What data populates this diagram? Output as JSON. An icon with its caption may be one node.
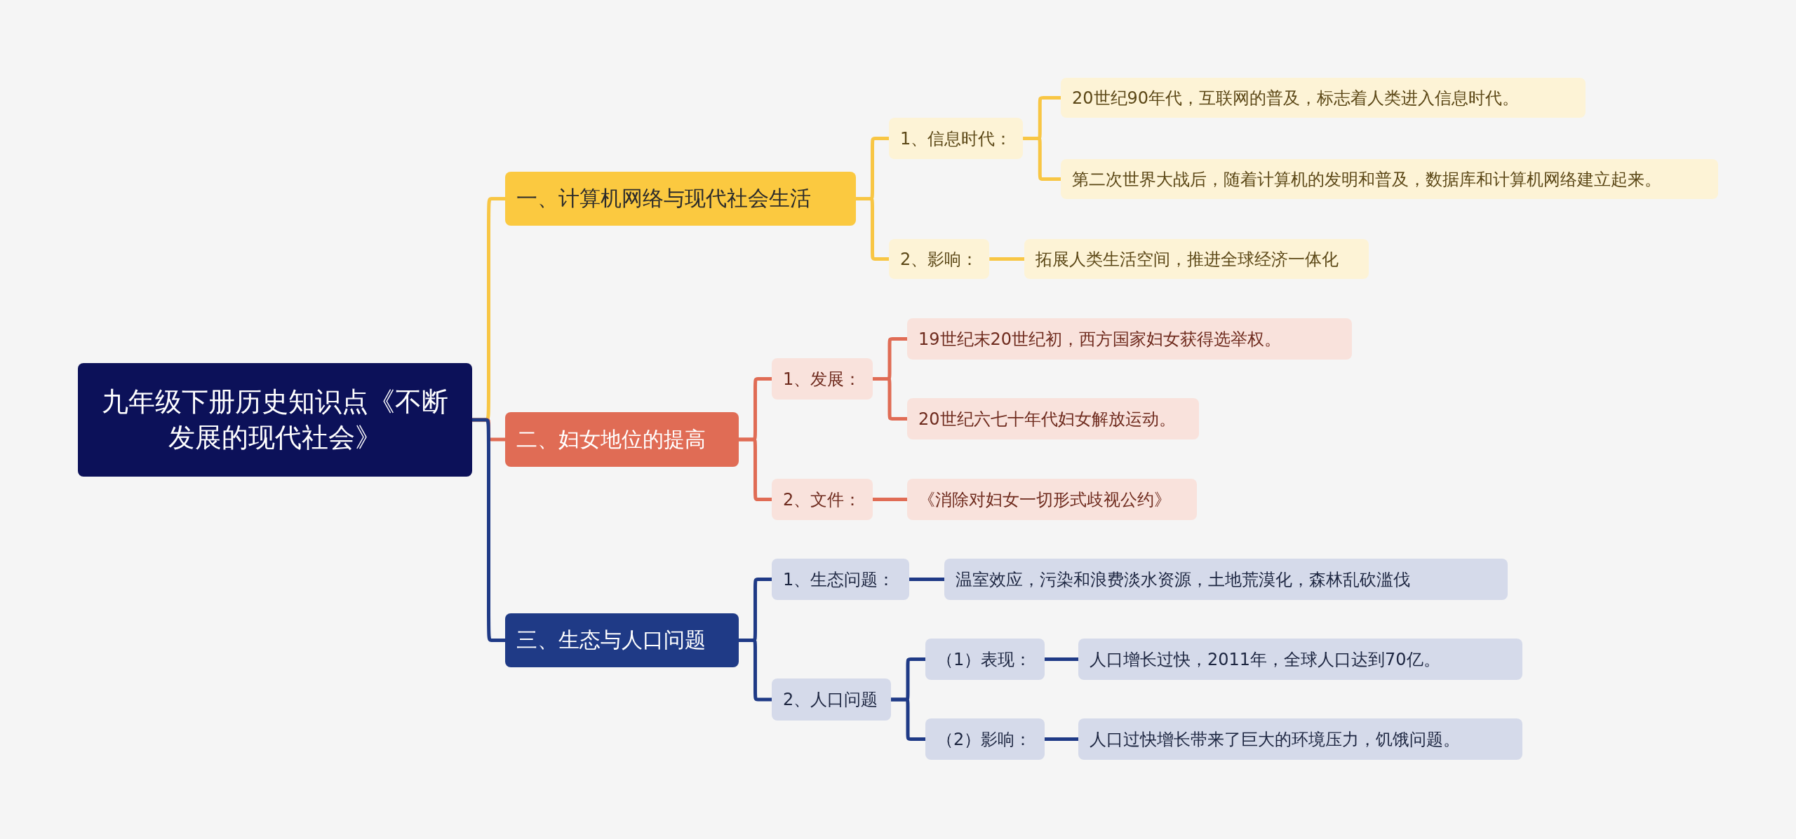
{
  "diagram": {
    "nodes": [
      {
        "text": [
          "九年级下册历史知识点《不断发展的现代社会》"
        ]
      },
      {
        "text": [
          "一、计算机网络与现代社会生活"
        ]
      },
      {
        "text": [
          "1、信息时代："
        ]
      },
      {
        "text": [
          "20世纪90年代，互联网的普及，标志着人类进入信息时代。"
        ]
      },
      {
        "text": [
          "第二次世界大战后，随着计算机的发明和普及，数据库和计算机网络建立起来。"
        ]
      },
      {
        "text": [
          "2、影响："
        ]
      },
      {
        "text": [
          "拓展人类生活空间，推进全球经济一体化"
        ]
      },
      {
        "text": [
          "二、妇女地位的提高"
        ]
      },
      {
        "text": [
          "1、发展："
        ]
      },
      {
        "text": [
          "19世纪末20世纪初，西方国家妇女获得选举权。"
        ]
      },
      {
        "text": [
          "20世纪六七十年代妇女解放运动。"
        ]
      },
      {
        "text": [
          "2、文件："
        ]
      },
      {
        "text": [
          "《消除对妇女一切形式歧视公约》"
        ]
      },
      {
        "text": [
          "三、生态与人口问题"
        ]
      },
      {
        "text": [
          "1、生态问题："
        ]
      },
      {
        "text": [
          "温室效应，污染和浪费淡水资源，土地荒漠化，森林乱砍滥伐"
        ]
      },
      {
        "text": [
          "2、人口问题"
        ]
      },
      {
        "text": [
          "（1）表现："
        ]
      },
      {
        "text": [
          "人口增长过快，2011年，全球人口达到70亿。"
        ]
      },
      {
        "text": [
          "（2）影响："
        ]
      },
      {
        "text": [
          "人口过快增长带来了巨大的环境压力，饥饿问题。"
        ]
      }
    ],
    "edges": [
      {
        "from": 0,
        "to": 1,
        "arrow": "none",
        "color": "#f8c644"
      },
      {
        "from": 1,
        "to": 2,
        "arrow": "none",
        "color": "#f8c644"
      },
      {
        "from": 2,
        "to": 3,
        "arrow": "none",
        "color": "#f8c644"
      },
      {
        "from": 2,
        "to": 4,
        "arrow": "none",
        "color": "#f8c644"
      },
      {
        "from": 1,
        "to": 5,
        "arrow": "none",
        "color": "#f8c644"
      },
      {
        "from": 5,
        "to": 6,
        "arrow": "none",
        "color": "#f8c644"
      },
      {
        "from": 0,
        "to": 7,
        "arrow": "none",
        "color": "#e06c55"
      },
      {
        "from": 7,
        "to": 8,
        "arrow": "none",
        "color": "#e06c55"
      },
      {
        "from": 8,
        "to": 9,
        "arrow": "none",
        "color": "#e06c55"
      },
      {
        "from": 8,
        "to": 10,
        "arrow": "none",
        "color": "#e06c55"
      },
      {
        "from": 7,
        "to": 11,
        "arrow": "none",
        "color": "#e06c55"
      },
      {
        "from": 11,
        "to": 12,
        "arrow": "none",
        "color": "#e06c55"
      },
      {
        "from": 0,
        "to": 13,
        "arrow": "none",
        "color": "#1f3a86"
      },
      {
        "from": 13,
        "to": 14,
        "arrow": "none",
        "color": "#1f3a86"
      },
      {
        "from": 14,
        "to": 15,
        "arrow": "none",
        "color": "#1f3a86"
      },
      {
        "from": 13,
        "to": 16,
        "arrow": "none",
        "color": "#1f3a86"
      },
      {
        "from": 16,
        "to": 17,
        "arrow": "none",
        "color": "#1f3a86"
      },
      {
        "from": 17,
        "to": 18,
        "arrow": "none",
        "color": "#1f3a86"
      },
      {
        "from": 16,
        "to": 19,
        "arrow": "none",
        "color": "#1f3a86"
      },
      {
        "from": 19,
        "to": 20,
        "arrow": "none",
        "color": "#1f3a86"
      }
    ]
  }
}
